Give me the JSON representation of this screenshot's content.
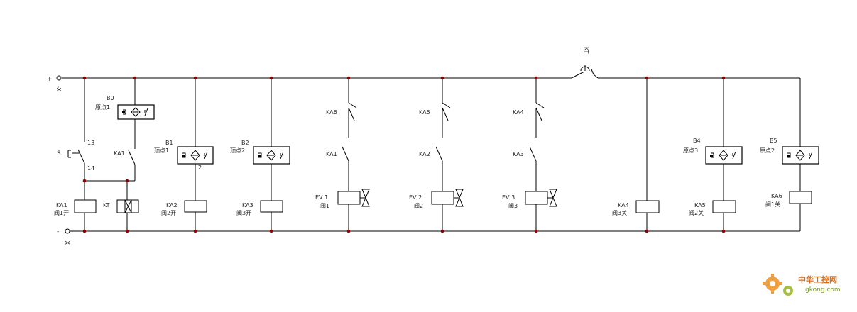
{
  "terminals": {
    "plus_sign": "+",
    "minus_sign": "-",
    "x_top": "-X",
    "x_bottom": "-X"
  },
  "timer_contact": "KT",
  "sensors": {
    "B0": {
      "tag": "B0",
      "desc": "原点1"
    },
    "B1": {
      "tag": "B1",
      "desc": "顶点1",
      "pin": "2"
    },
    "B2": {
      "tag": "B2",
      "desc": "顶点2"
    },
    "B4": {
      "tag": "B4",
      "desc": "原点3"
    },
    "B5": {
      "tag": "B5",
      "desc": "原点2"
    }
  },
  "switch_S": {
    "tag": "S",
    "pin_top": "13",
    "pin_bottom": "14"
  },
  "contacts": {
    "c1_ka1": "KA1",
    "c4_top": "KA6",
    "c4_bottom": "KA1",
    "c5_top": "KA5",
    "c5_bottom": "KA2",
    "c6_top": "KA4",
    "c6_bottom": "KA3"
  },
  "coils": {
    "KA1": {
      "tag": "KA1",
      "desc": "阀1开"
    },
    "KT": {
      "tag": "KT"
    },
    "KA2": {
      "tag": "KA2",
      "desc": "阀2开"
    },
    "KA3": {
      "tag": "KA3",
      "desc": "阀3开"
    },
    "EV1": {
      "tag": "EV 1",
      "desc": "阀1"
    },
    "EV2": {
      "tag": "EV 2",
      "desc": "阀2"
    },
    "EV3": {
      "tag": "EV  3",
      "desc": "阀3"
    },
    "KA4": {
      "tag": "KA4",
      "desc": "阀3关"
    },
    "KA5": {
      "tag": "KA5",
      "desc": "阀2关"
    },
    "KA6": {
      "tag": "KA6",
      "desc": "阀1关"
    }
  },
  "watermark": {
    "cn": "中华工控网",
    "en": "gkong.com"
  },
  "colors": {
    "node": "#8b0000",
    "wire": "#000000"
  }
}
